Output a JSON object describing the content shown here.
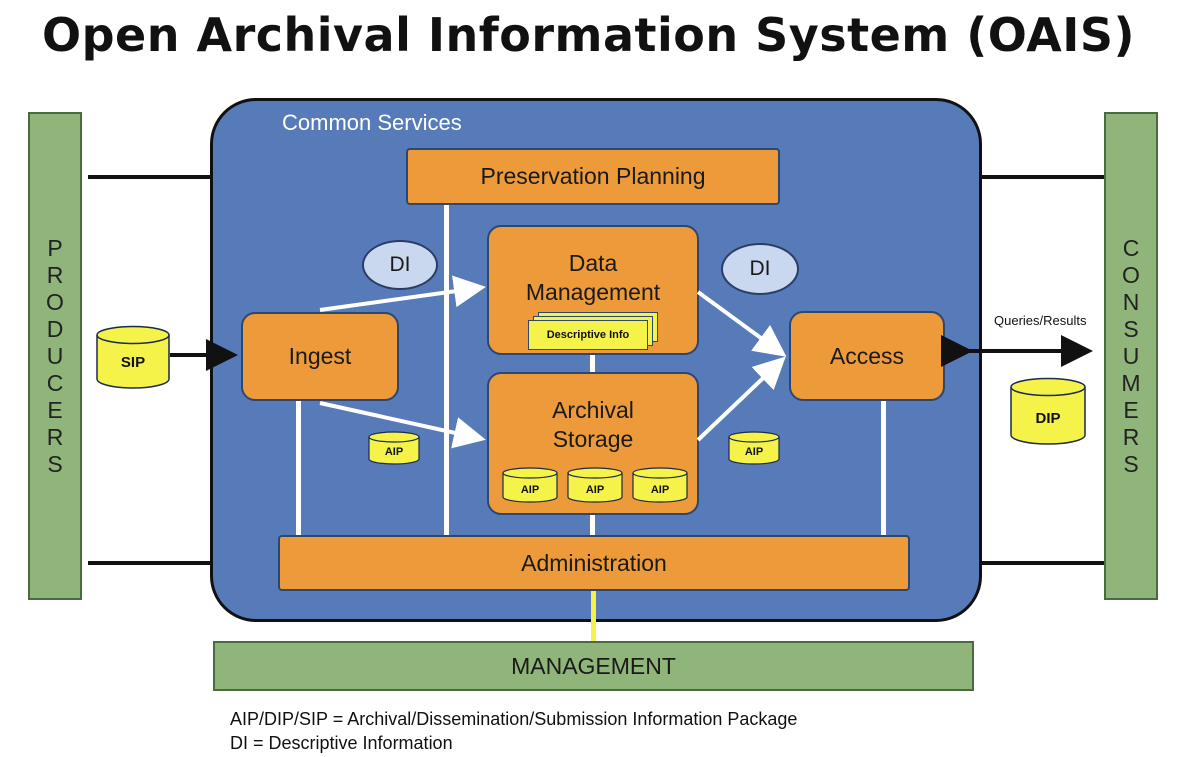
{
  "title": "Open Archival Information System (OAIS)",
  "producers": [
    "P",
    "R",
    "O",
    "D",
    "U",
    "C",
    "E",
    "R",
    "S"
  ],
  "consumers": [
    "C",
    "O",
    "N",
    "S",
    "U",
    "M",
    "E",
    "R",
    "S"
  ],
  "common_services": "Common Services",
  "preservation_planning": "Preservation Planning",
  "data_management": "Data Management",
  "descriptive_info": "Descriptive Info",
  "ingest": "Ingest",
  "archival_storage": "Archival Storage",
  "access": "Access",
  "administration": "Administration",
  "management": "MANAGEMENT",
  "di_label": "DI",
  "sip": "SIP",
  "aip": "AIP",
  "dip": "DIP",
  "queries_results": "Queries/Results",
  "legend": {
    "line1": "AIP/DIP/SIP = Archival/Dissemination/Submission Information Package",
    "line2": "DI = Descriptive Information"
  },
  "colors": {
    "green": "#8fb57a",
    "blue": "#567bb8",
    "orange": "#ec9a3a",
    "yellow": "#f5f24a",
    "di_fill": "#c9d8ee"
  }
}
